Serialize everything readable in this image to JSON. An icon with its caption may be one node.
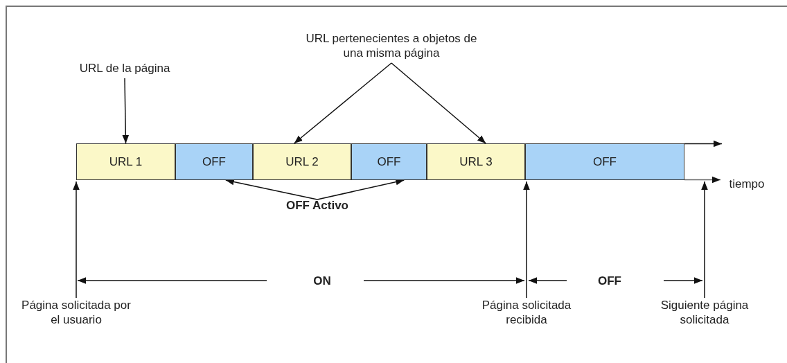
{
  "diagram": {
    "nodes": [
      {
        "text": [
          "URL de la página"
        ]
      },
      {
        "text": [
          "URL pertenecientes a objetos de una misma página"
        ]
      },
      {
        "text": [
          "URL 1"
        ]
      },
      {
        "text": [
          "OFF"
        ]
      },
      {
        "text": [
          "URL 2"
        ]
      },
      {
        "text": [
          "OFF"
        ]
      },
      {
        "text": [
          "URL 3"
        ]
      },
      {
        "text": [
          "OFF"
        ]
      },
      {
        "text": [
          "OFF Activo"
        ]
      },
      {
        "text": [
          "Página solicitada por el usuario"
        ]
      },
      {
        "text": [
          "Página solicitada recibida"
        ]
      },
      {
        "text": [
          "Siguiente página solicitada"
        ]
      }
    ],
    "edges": [
      {
        "from": 0,
        "to": 2,
        "arrow": "to"
      },
      {
        "from": 1,
        "to": 4,
        "arrow": "to"
      },
      {
        "from": 1,
        "to": 6,
        "arrow": "to"
      },
      {
        "from": 8,
        "to": 3,
        "arrow": "to"
      },
      {
        "from": 8,
        "to": 5,
        "arrow": "to"
      },
      {
        "from": 9,
        "to": 2,
        "arrow": "to"
      },
      {
        "from": 10,
        "to": 6,
        "arrow": "to"
      },
      {
        "from": 11,
        "to": 7,
        "arrow": "to"
      }
    ],
    "labels": [
      "tiempo",
      "ON",
      "OFF"
    ]
  }
}
